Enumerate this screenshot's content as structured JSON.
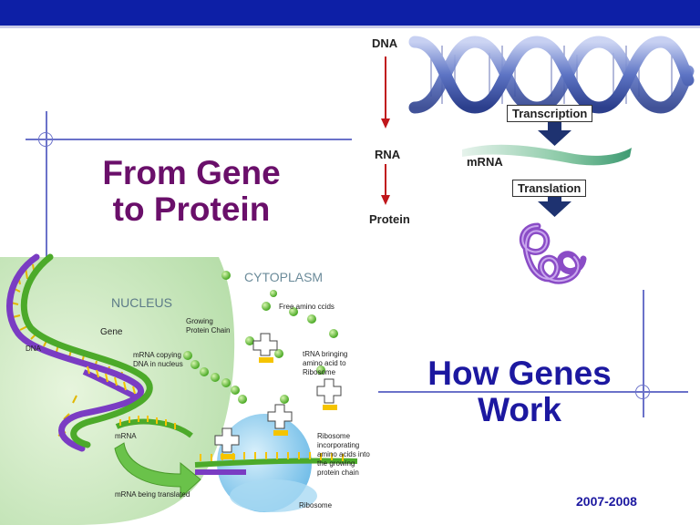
{
  "slide": {
    "title": "From Gene to Protein",
    "title_lines": [
      "From Gene",
      "to Protein"
    ],
    "subtitle_lines": [
      "How Genes",
      "Work"
    ],
    "year": "2007-2008"
  },
  "flow_diagram": {
    "left_labels": {
      "dna": "DNA",
      "rna": "RNA",
      "protein": "Protein"
    },
    "mrna_label": "mRNA",
    "process_tags": {
      "transcription": "Transcription",
      "translation": "Translation"
    }
  },
  "cell_diagram": {
    "region_labels": {
      "cytoplasm": "CYTOPLASM",
      "nucleus": "NUCLEUS"
    },
    "labels": {
      "gene": "Gene",
      "dna": "DNA",
      "mrna_copying": [
        "mRNA copying",
        "DNA in nucleus"
      ],
      "growing_chain": [
        "Growing",
        "Protein Chain"
      ],
      "free_amino": "Free amino ccids",
      "trna_bringing": [
        "tRNA bringing",
        "amino acid to",
        "Ribosome"
      ],
      "mrna": "mRNA",
      "ribosome_incorporating": [
        "Ribosome",
        "incorporating",
        "amino acids into",
        "the growing",
        "protein chain"
      ],
      "mrna_translated": "mRNA being translated",
      "ribosome": "Ribosome"
    }
  },
  "colors": {
    "header_bar": "#0d1fa6",
    "title": "#6a0f6a",
    "subtitle": "#1c18a0",
    "accent_line": "#6b72c9",
    "arrow_red": "#c0161b",
    "arrow_navy": "#1e3270",
    "nucleus_green": "#c9e8b9",
    "amino_green": "#5cbf2a",
    "trna_yellow": "#f5c400",
    "dna_purple": "#7a3cc3",
    "ribosome_blue": "#7ec3ec"
  },
  "icons": [
    "crosshair-icon",
    "dna-helix-icon",
    "mrna-strand-icon",
    "protein-coil-icon",
    "down-arrow-icon",
    "trna-icon",
    "ribosome-icon"
  ]
}
